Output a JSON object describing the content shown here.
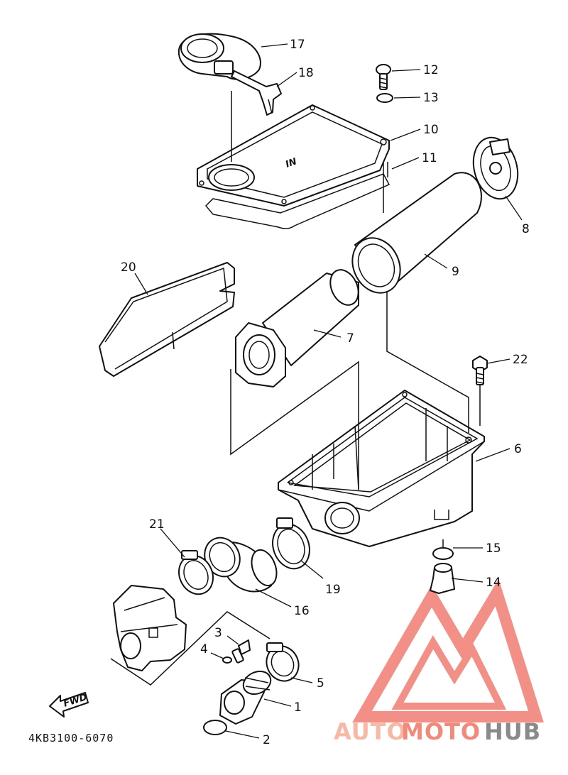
{
  "diagram_code": "4KB3100-6070",
  "fwd_label": "FWD",
  "watermark": {
    "part1": "AUTO",
    "part2": "MOTO",
    "part3": "HUB",
    "color1": "#f5b9a6",
    "color2": "#f08a7a",
    "color3": "#8a8a8a",
    "logo_color": "#f07d74"
  },
  "callouts": {
    "c1": "1",
    "c2": "2",
    "c3": "3",
    "c4": "4",
    "c5": "5",
    "c6": "6",
    "c7": "7",
    "c8": "8",
    "c9": "9",
    "c10": "10",
    "c11": "11",
    "c12": "12",
    "c13": "13",
    "c14": "14",
    "c15": "15",
    "c16": "16",
    "c17": "17",
    "c18": "18",
    "c19": "19",
    "c20": "20",
    "c21": "21",
    "c22": "22"
  }
}
